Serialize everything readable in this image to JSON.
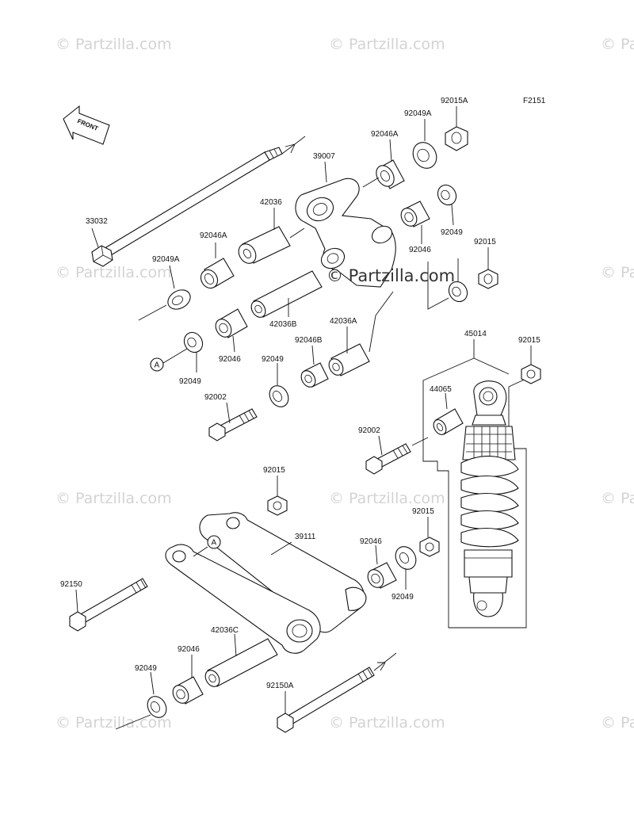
{
  "figure_code": "F2151",
  "front_label": "FRONT",
  "callout_a": "A",
  "watermark": "© Partzilla.com",
  "labels": {
    "p33032": "33032",
    "p39007": "39007",
    "p92046A_top": "92046A",
    "p92049A_top": "92049A",
    "p92015A": "92015A",
    "p42036": "42036",
    "p92046A_left": "92046A",
    "p92049A_left": "92049A",
    "p92049_r1": "92049",
    "p92046_r1": "92046",
    "p92015_r1": "92015",
    "p42036B": "42036B",
    "p42036A": "42036A",
    "p92046_l": "92046",
    "p92046B": "92046B",
    "p92049_l": "92049",
    "p92049_m": "92049",
    "p92002_l": "92002",
    "p45014": "45014",
    "p92015_shock": "92015",
    "p44065": "44065",
    "p92002_r": "92002",
    "p92015_mid": "92015",
    "p39111": "39111",
    "p92015_r2": "92015",
    "p92046_r2": "92046",
    "p92049_r2": "92049",
    "p92150": "92150",
    "p42036C": "42036C",
    "p92046_b": "92046",
    "p92049_b": "92049",
    "p92150A": "92150A"
  }
}
